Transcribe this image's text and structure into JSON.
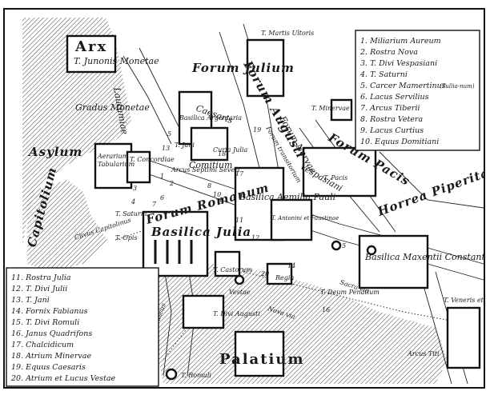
{
  "map": {
    "labels": {
      "arx": "Arx",
      "temple_juno": "T. Junonis Monetae",
      "lautumiae": "Lautumiae",
      "gradus": "Gradus Monetae",
      "asylum": "Asylum",
      "capitolium": "Capitolium",
      "tabularium": "Tabularium",
      "aerarium": "Aerarium",
      "concordiae": "T. Concordiae",
      "clivus": "Clivus Capitolinus",
      "t_saturni": "T. Saturni",
      "t_opis": "T. Opis",
      "forum_julium": "Forum Julium",
      "forum_augusti": "Forum Augusti",
      "t_martis": "T. Martis Ultoris",
      "t_minervae": "T. Minervae",
      "forum_nervae": "Forum Nervae",
      "forum_transitorium": "Forum transitorium",
      "caesaris": "Caesaris",
      "basilica_argentaria": "Basilica Argentaria",
      "curia_julia": "Curia Julia",
      "comitium": "Comitium",
      "janus": "T. Jani",
      "arcus_severi": "Arcus Septimi Severi",
      "forum_pacis": "Forum Pacis",
      "templum_pacis": "T. Pacis",
      "vespasiani": "Vespasiani",
      "basilica_aemilia": "Basilica Aemilia Pauli",
      "forum_romanum": "Forum Romanum",
      "basilica_julia": "Basilica Julia",
      "antoninus": "T. Antonini et Faustinae",
      "t_castorum": "T. Castorum",
      "vestae": "Vestae",
      "regia": "Regia",
      "deum_penatium": "T. Deum Penatium",
      "divi_augusti": "T. Divi Augusti",
      "horrea": "Horrea Piperitaria",
      "basilica_constantini": "Basilica Maxentii Constantini",
      "veneris": "T. Veneris et Romae",
      "arcus_titi": "Arcus Titi",
      "palatium": "Palatium",
      "romuli": "T. Romuli",
      "vicus_tuscus": "Vicus Tuscus",
      "sacra_via": "Sacra via",
      "nova_via": "Nova via"
    },
    "markers": [
      "1",
      "2",
      "3",
      "4",
      "5",
      "6",
      "7",
      "8",
      "9",
      "10",
      "11",
      "12",
      "13",
      "14",
      "15",
      "16",
      "17",
      "18",
      "19",
      "20"
    ]
  },
  "legend_top": {
    "items": [
      "1. Miliarium Aureum",
      "2. Rostra Nova",
      "3. T. Divi Vespasiani",
      "4. T. Saturni",
      "5. Carcer Mamertinus",
      "6. Lacus Servilius",
      "7. Arcus Tiberii",
      "8. Rostra Vetera",
      "9. Lacus Curtius",
      "10. Equus Domitiani"
    ],
    "note_5": "(Tullia-num)"
  },
  "legend_bottom": {
    "items": [
      "11. Rostra Julia",
      "12. T. Divi Julii",
      "13. T. Jani",
      "14. Fornix Fabianus",
      "15. T. Divi Romuli",
      "16. Janus Quadrifons",
      "17. Chalcidicum",
      "18. Atrium Minervae",
      "19. Equus Caesaris",
      "20. Atrium et Lucus Vestae"
    ]
  },
  "colors": {
    "ink": "#111111",
    "paper": "#ffffff"
  }
}
